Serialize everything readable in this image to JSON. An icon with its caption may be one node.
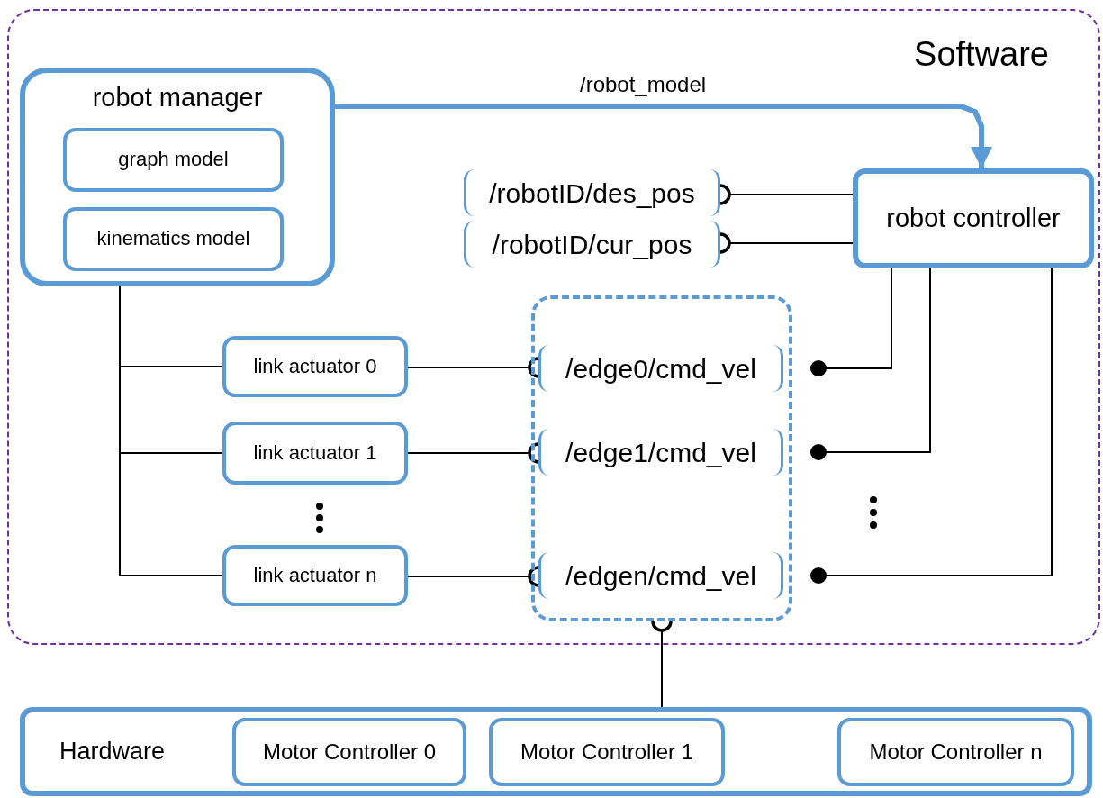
{
  "diagram": {
    "nodes": [
      {
        "text": [
          "Software"
        ]
      },
      {
        "text": [
          "robot manager"
        ],
        "in": 0
      },
      {
        "text": [
          "graph model"
        ],
        "in": 1
      },
      {
        "text": [
          "kinematics model"
        ],
        "in": 1
      },
      {
        "text": [
          "robot controller"
        ],
        "in": 0
      },
      {
        "text": [
          "/robotID/des_pos"
        ],
        "in": 0
      },
      {
        "text": [
          "/robotID/cur_pos"
        ],
        "in": 0
      },
      {
        "text": [
          "link actuator 0"
        ],
        "in": 0
      },
      {
        "text": [
          "link actuator 1"
        ],
        "in": 0
      },
      {
        "text": [
          "link actuator n"
        ],
        "in": 0
      },
      {
        "text": [],
        "shape": "box",
        "in": 0
      },
      {
        "text": [
          "/edge0/cmd_vel"
        ],
        "in": 10
      },
      {
        "text": [
          "/edge1/cmd_vel"
        ],
        "in": 10
      },
      {
        "text": [
          "/edgen/cmd_vel"
        ],
        "in": 10
      },
      {
        "text": [
          "Hardware"
        ]
      },
      {
        "text": [
          "Motor Controller 0"
        ],
        "in": 14
      },
      {
        "text": [
          "Motor Controller 1"
        ],
        "in": 14
      },
      {
        "text": [
          "Motor Controller n"
        ],
        "in": 14
      }
    ],
    "edges": [
      {
        "from": 1,
        "to": 4,
        "arrow": "to",
        "label": "/robot_model",
        "style": "thick",
        "color": "#5b9bd5"
      },
      {
        "from": 4,
        "to": 5,
        "arrow": "other"
      },
      {
        "from": 4,
        "to": 6,
        "arrow": "other"
      },
      {
        "from": 1,
        "to": 7,
        "arrow": "none"
      },
      {
        "from": 1,
        "to": 8,
        "arrow": "none"
      },
      {
        "from": 1,
        "to": 9,
        "arrow": "none"
      },
      {
        "from": 7,
        "to": 11,
        "arrow": "other"
      },
      {
        "from": 8,
        "to": 12,
        "arrow": "other"
      },
      {
        "from": 9,
        "to": 13,
        "arrow": "other"
      },
      {
        "from": 4,
        "to": 11,
        "arrow": "other"
      },
      {
        "from": 4,
        "to": 12,
        "arrow": "other"
      },
      {
        "from": 4,
        "to": 13,
        "arrow": "other"
      },
      {
        "from": 14,
        "to": 10,
        "arrow": "other"
      }
    ]
  }
}
